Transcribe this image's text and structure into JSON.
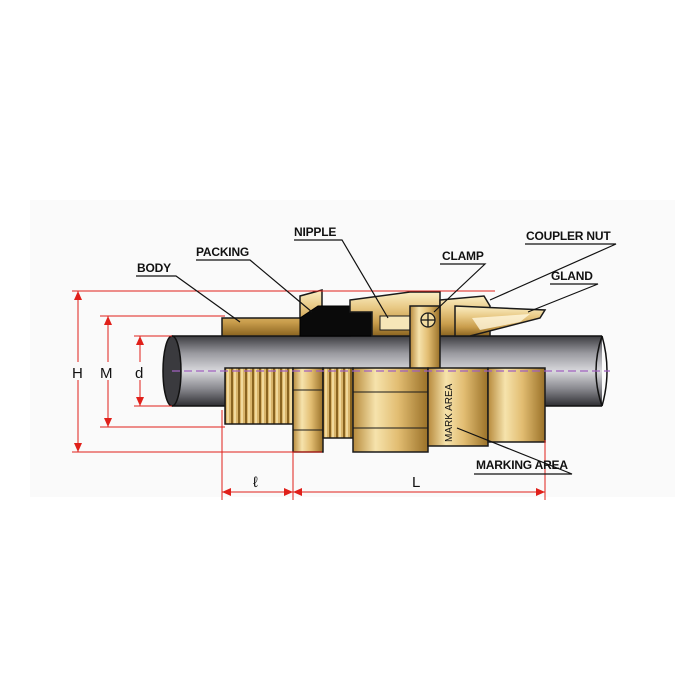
{
  "labels": {
    "body": "BODY",
    "packing": "PACKING",
    "nipple": "NIPPLE",
    "clamp": "CLAMP",
    "coupler_nut": "COUPLER NUT",
    "gland": "GLAND",
    "marking_area": "MARKING AREA",
    "mark_area": "MARK AREA"
  },
  "dimensions": {
    "H": "H",
    "M": "M",
    "d": "d",
    "l": "ℓ",
    "L": "L"
  },
  "colors": {
    "dimension_line": "#e0201a",
    "center_line": "#a060c0",
    "brass_light": "#f3dca0",
    "brass_mid": "#d3ad5a",
    "brass_dark": "#8a6420",
    "cable": "#5a5a5e",
    "packing": "#0a0a0a"
  }
}
